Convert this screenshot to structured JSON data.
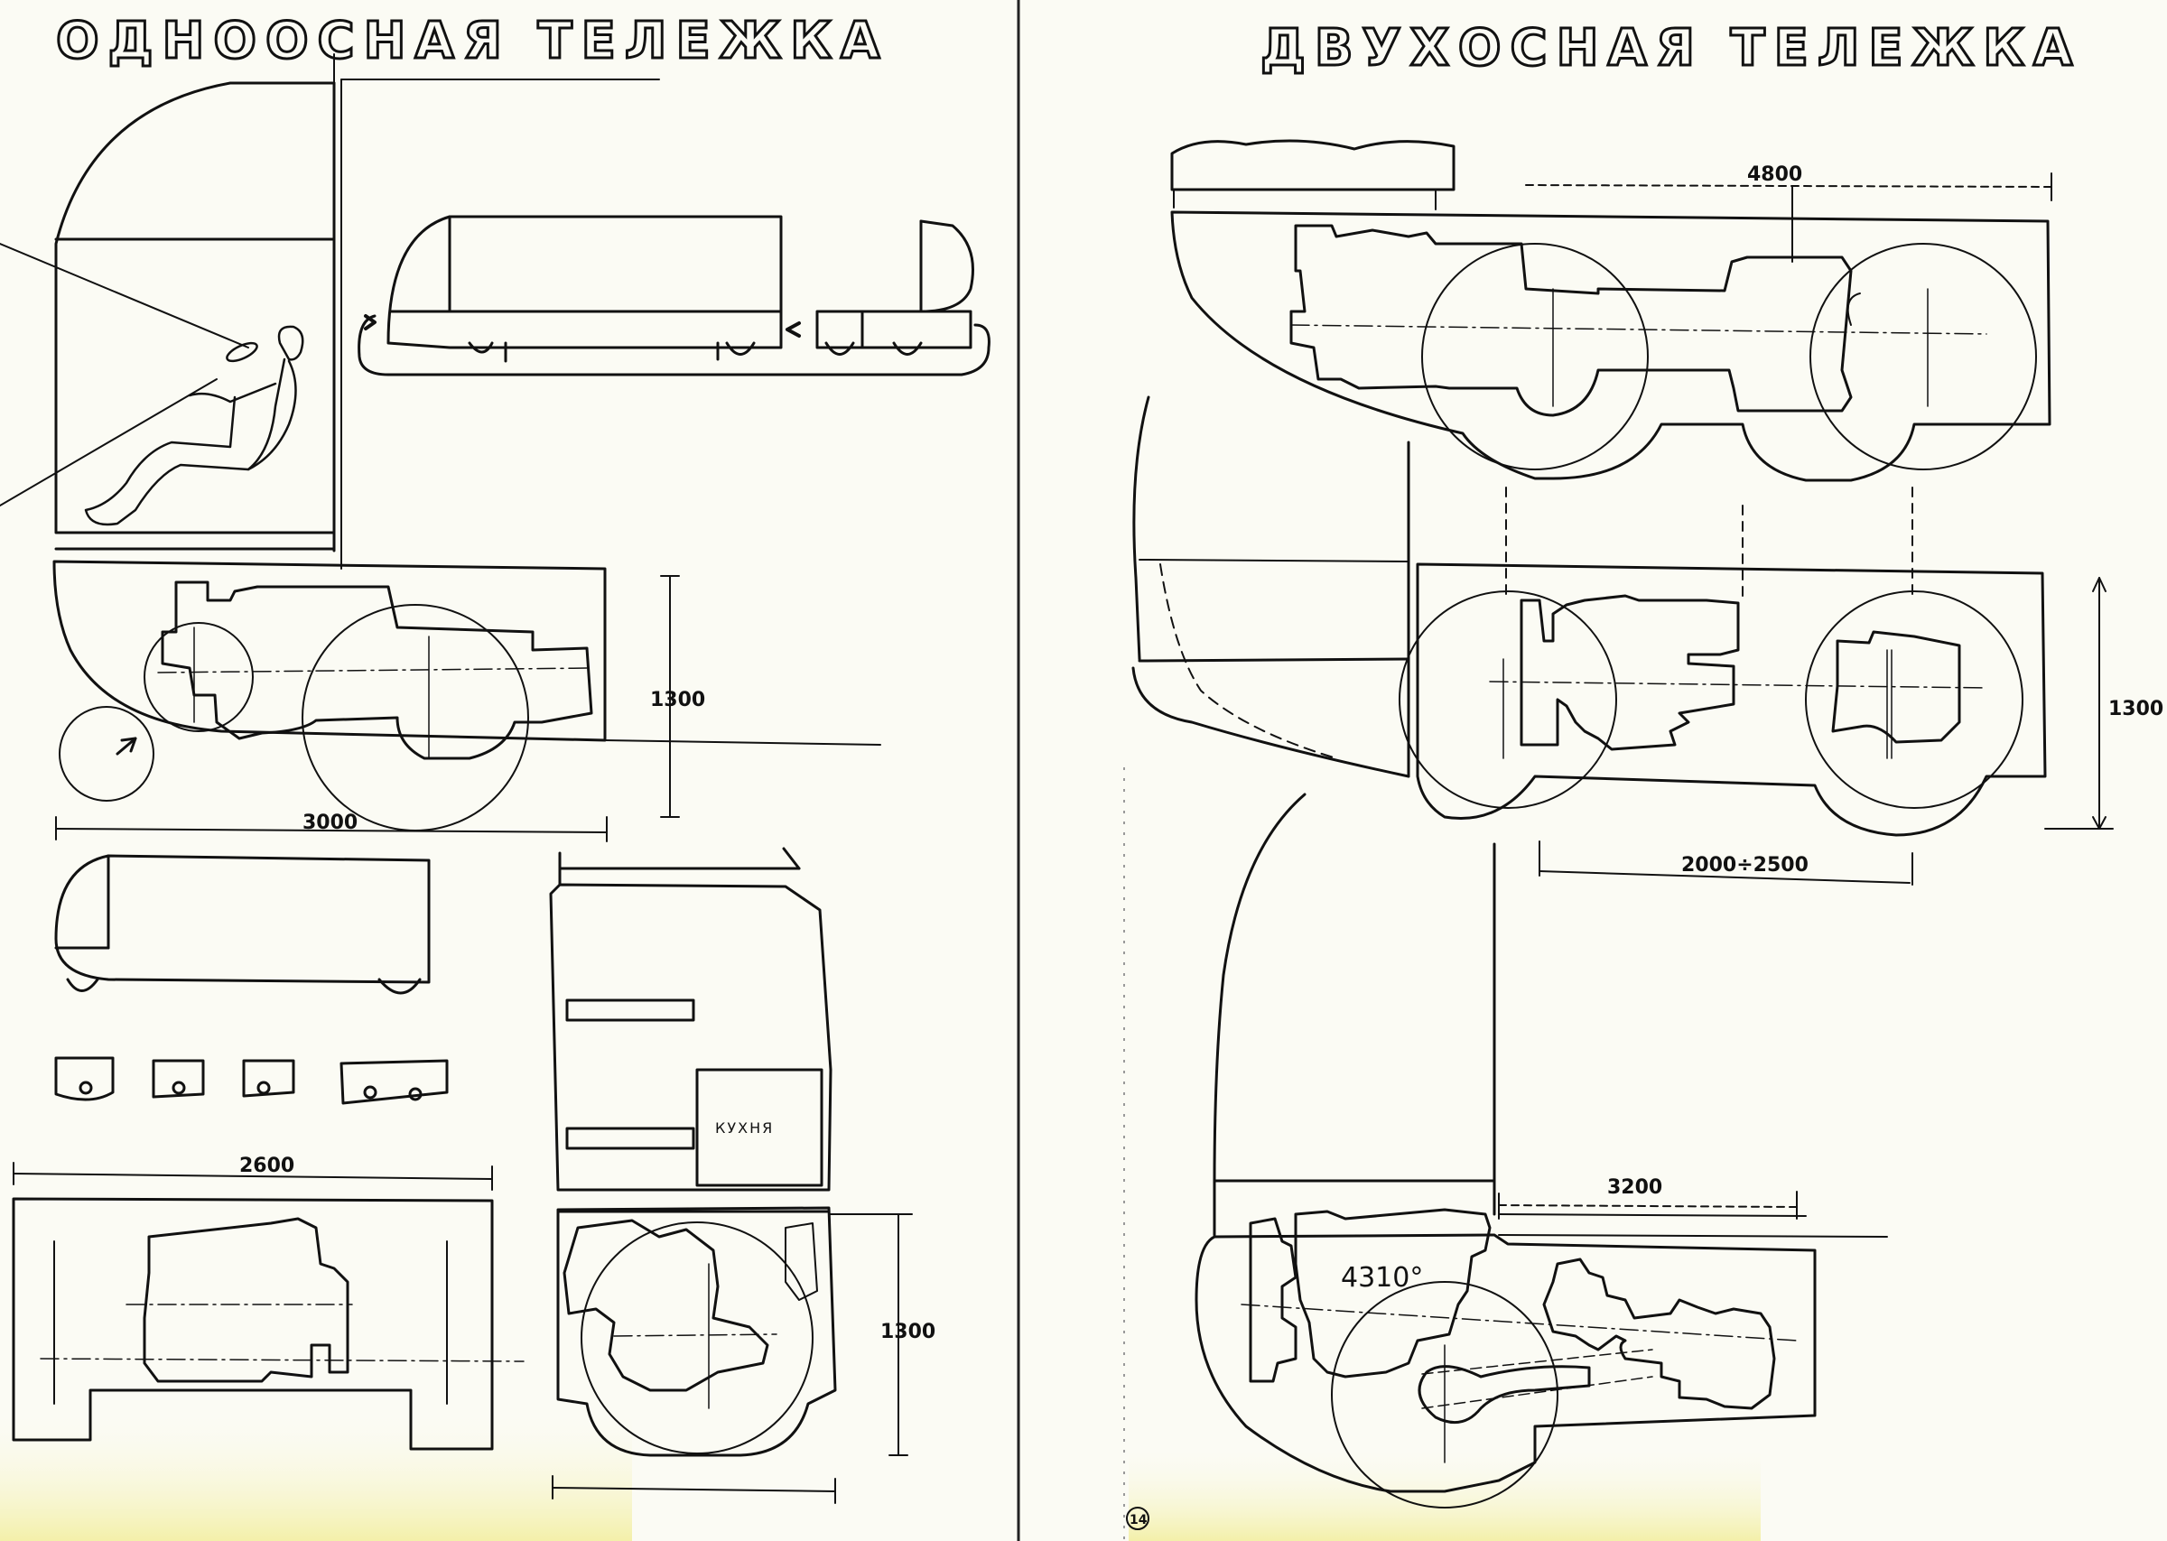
{
  "pages": {
    "left": {
      "title": "ОДНООСНАЯ ТЕЛЕЖКА"
    },
    "right": {
      "title": "ДВУХОСНАЯ ТЕЛЕЖКА"
    }
  },
  "dimensions": {
    "left_height_top": "1300",
    "left_length": "3000",
    "left_width": "2600",
    "left_height_bottom": "1300",
    "right_length_top": "4800",
    "right_height": "1300",
    "right_wheelbase": "2000÷2500",
    "right_length_bottom": "3200",
    "right_engine_label": "4310°"
  },
  "labels": {
    "kitchen": "КУХНЯ",
    "page_number": "14"
  },
  "colors": {
    "paper": "#fbfbf4",
    "ink": "#111111",
    "stain": "#f4f0b8"
  }
}
